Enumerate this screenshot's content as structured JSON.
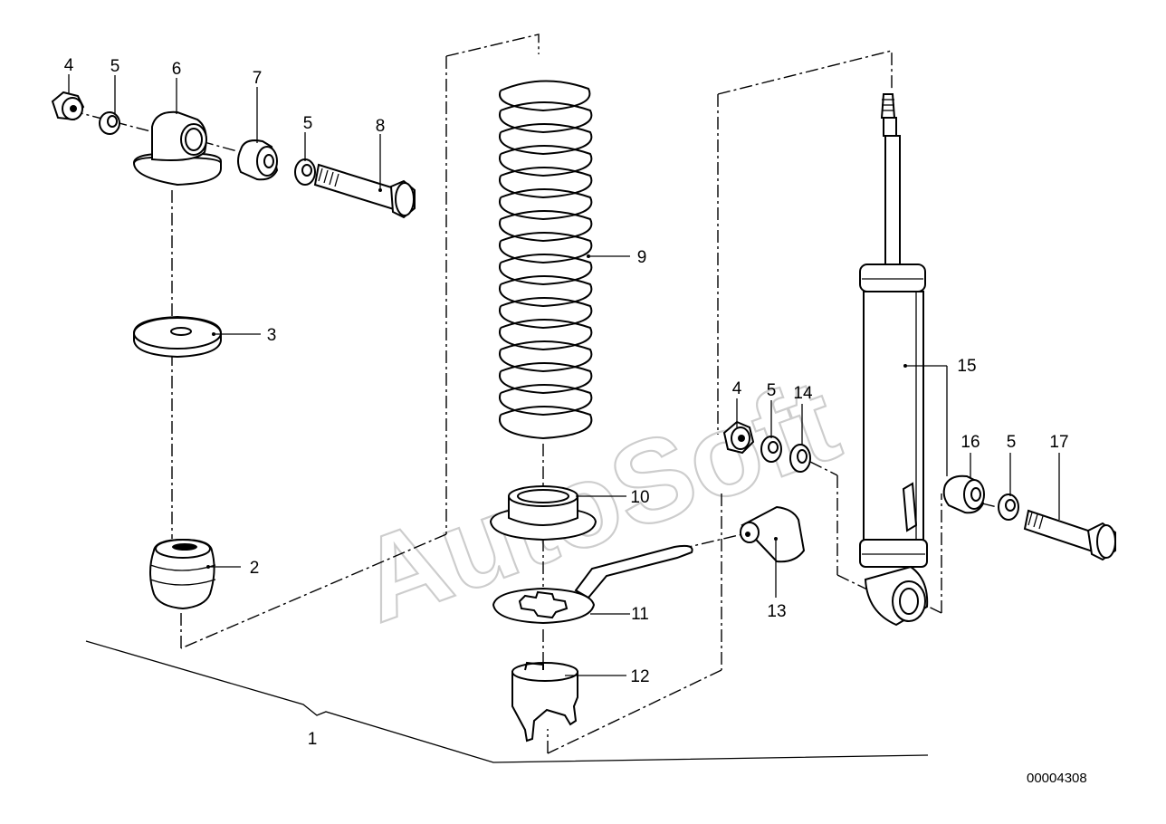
{
  "watermark": "AutoSoft",
  "diagram_id": "00004308",
  "labels": {
    "p1": "1",
    "p2": "2",
    "p3": "3",
    "p4a": "4",
    "p4b": "4",
    "p5a": "5",
    "p5b": "5",
    "p5c": "5",
    "p5d": "5",
    "p6": "6",
    "p7": "7",
    "p8": "8",
    "p9": "9",
    "p10": "10",
    "p11": "11",
    "p12": "12",
    "p13": "13",
    "p14": "14",
    "p15": "15",
    "p16": "16",
    "p17": "17"
  }
}
